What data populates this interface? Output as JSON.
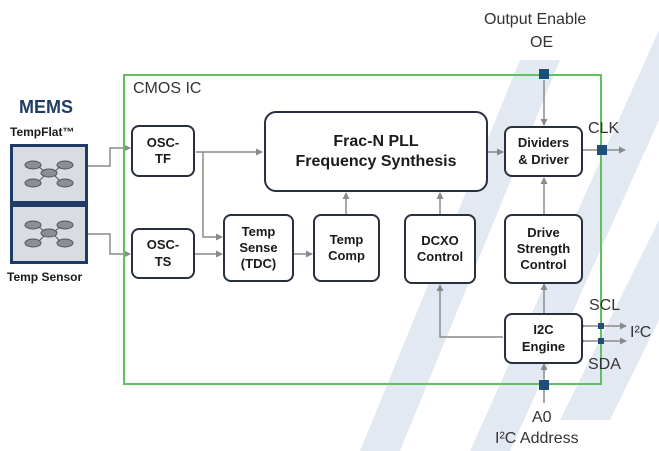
{
  "colors": {
    "ic_border": "#5fc25f",
    "block_border": "#27303c",
    "line": "#8a8a8a",
    "terminal": "#1f4e7a",
    "watermark": "#e3e9f3",
    "mems_fill": "#d9dde3"
  },
  "ic_label": "CMOS IC",
  "mems": {
    "title": "MEMS",
    "tempflat": "TempFlat™",
    "tempsensor": "Temp Sensor"
  },
  "blocks": {
    "osc_tf": "OSC-\nTF",
    "osc_ts": "OSC-\nTS",
    "pll": "Frac-N PLL\nFrequency Synthesis",
    "temp_sense": "Temp\nSense\n(TDC)",
    "temp_comp": "Temp\nComp",
    "dcxo": "DCXO\nControl",
    "dividers": "Dividers\n& Driver",
    "drive": "Drive\nStrength\nControl",
    "i2c_engine": "I2C\nEngine"
  },
  "pins": {
    "output_enable": "Output Enable",
    "oe": "OE",
    "clk": "CLK",
    "scl": "SCL",
    "sda": "SDA",
    "i2c": "I²C",
    "a0": "A0",
    "i2c_address": "I²C Address"
  }
}
